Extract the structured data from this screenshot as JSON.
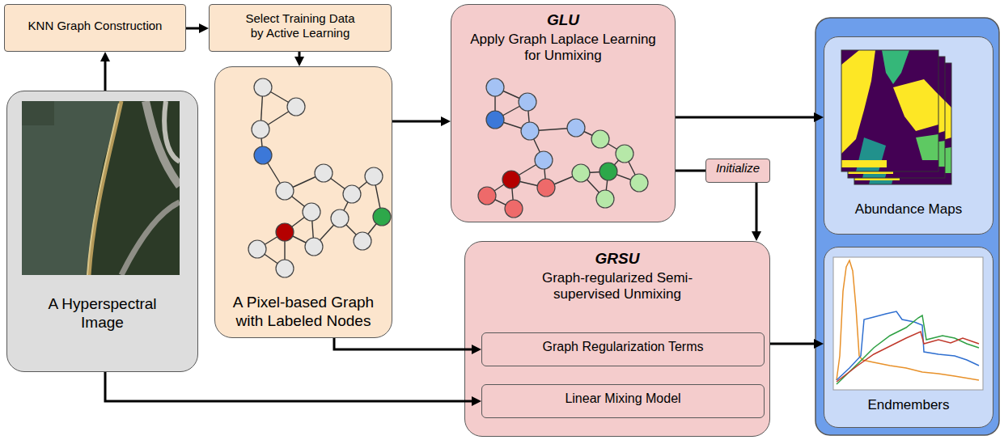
{
  "diagram": {
    "nodes": [
      {
        "text": [
          "KNN Graph Construction"
        ]
      },
      {
        "text": [
          "Select Training Data by Active Learning"
        ]
      },
      {
        "text": [
          "A Hyperspectral Image"
        ]
      },
      {
        "text": [
          "A Pixel-based Graph with Labeled Nodes"
        ]
      },
      {
        "text": [
          "GLU",
          "Apply Graph Laplace Learning for Unmixing"
        ]
      },
      {
        "text": [
          "Initialize"
        ]
      },
      {
        "text": [
          "GRSU",
          "Graph-regularized Semi-supervised Unmixing"
        ]
      },
      {
        "text": [
          "Graph Regularization Terms"
        ],
        "in": 6
      },
      {
        "text": [
          "Linear Mixing Model"
        ],
        "in": 6
      },
      {
        "text": [
          "Abundance Maps"
        ]
      },
      {
        "text": [
          "Endmembers"
        ]
      }
    ],
    "edges": [
      {
        "from": 2,
        "to": 0,
        "arrow": "to"
      },
      {
        "from": 0,
        "to": 1,
        "arrow": "to"
      },
      {
        "from": 1,
        "to": 3,
        "arrow": "to"
      },
      {
        "from": 3,
        "to": 4,
        "arrow": "to"
      },
      {
        "from": 4,
        "to": 9,
        "arrow": "to"
      },
      {
        "from": 4,
        "to": 5,
        "arrow": "none"
      },
      {
        "from": 5,
        "to": 6,
        "arrow": "to"
      },
      {
        "from": 3,
        "to": 7,
        "arrow": "to"
      },
      {
        "from": 2,
        "to": 8,
        "arrow": "to"
      },
      {
        "from": 6,
        "to": 10,
        "arrow": "to"
      }
    ]
  }
}
